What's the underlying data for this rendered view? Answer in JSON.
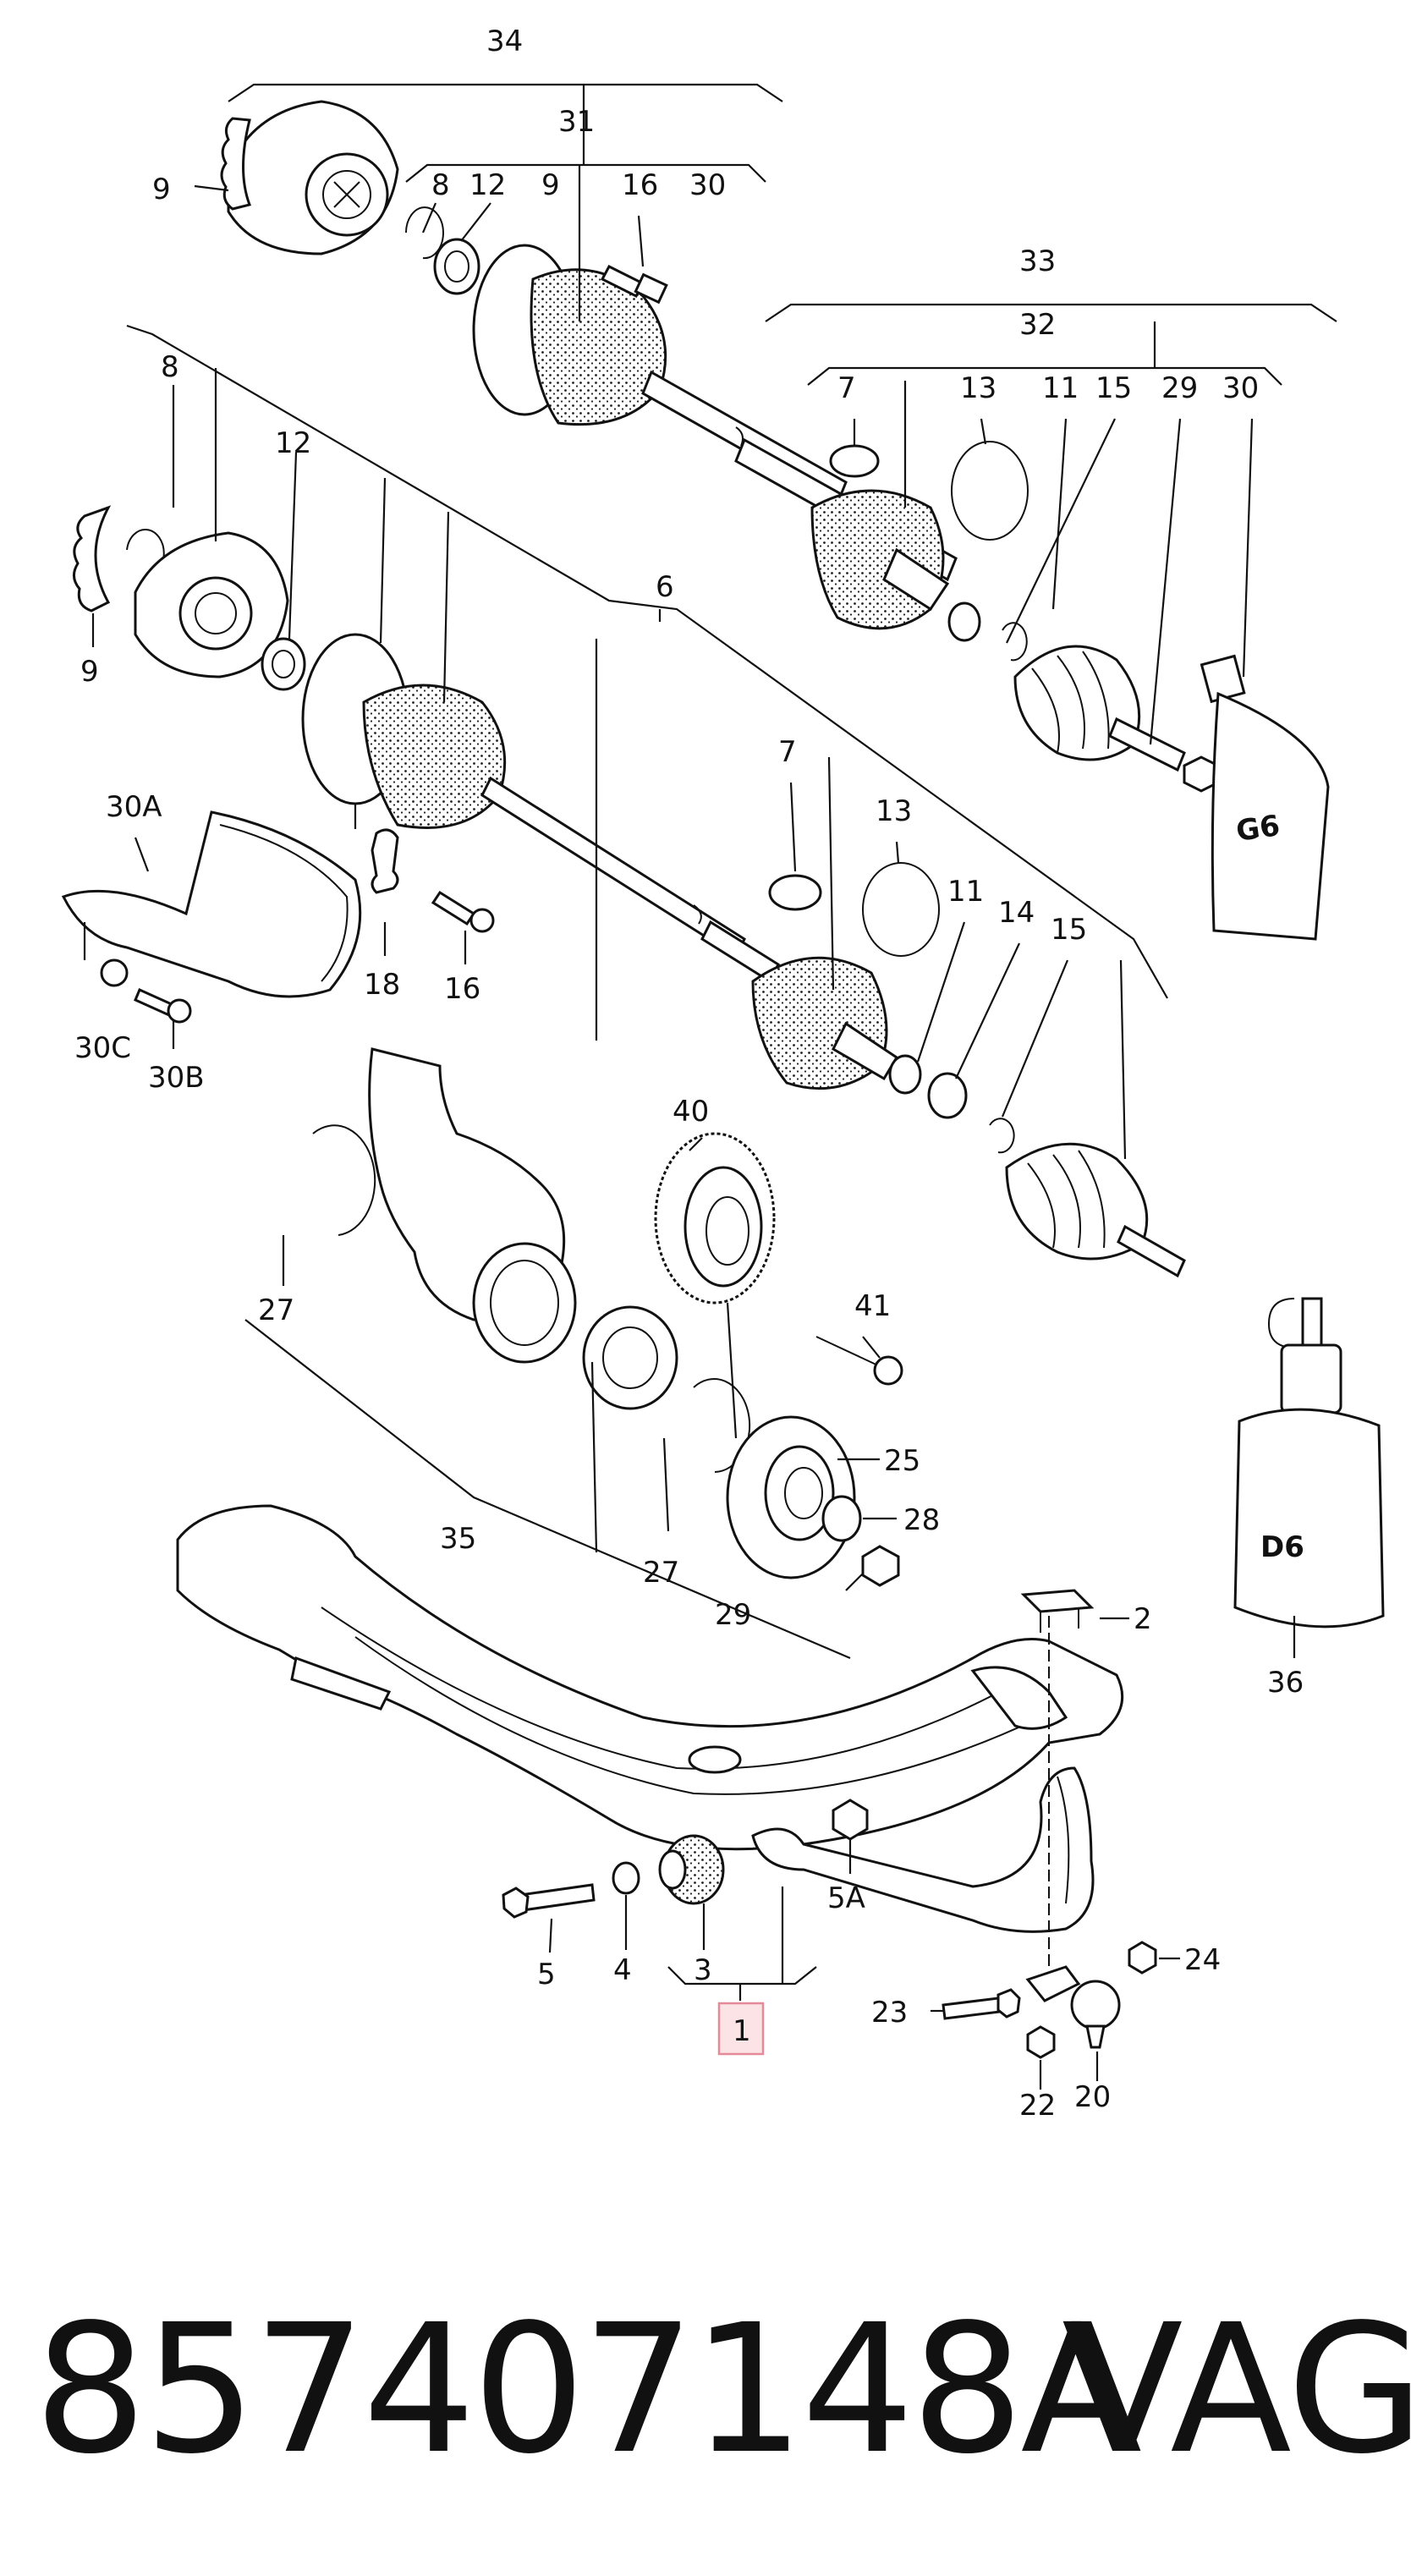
{
  "labels": [
    {
      "id": "34",
      "text": "34"
    },
    {
      "id": "9a",
      "text": "9"
    },
    {
      "id": "31",
      "text": "31"
    },
    {
      "id": "8a",
      "text": "8"
    },
    {
      "id": "12a",
      "text": "12"
    },
    {
      "id": "9b",
      "text": "9"
    },
    {
      "id": "16a",
      "text": "16"
    },
    {
      "id": "30a",
      "text": "30"
    },
    {
      "id": "33",
      "text": "33"
    },
    {
      "id": "32",
      "text": "32"
    },
    {
      "id": "7a",
      "text": "7"
    },
    {
      "id": "13a",
      "text": "13"
    },
    {
      "id": "11a",
      "text": "11"
    },
    {
      "id": "15a",
      "text": "15"
    },
    {
      "id": "29a",
      "text": "29"
    },
    {
      "id": "30b",
      "text": "30"
    },
    {
      "id": "8b",
      "text": "8"
    },
    {
      "id": "12b",
      "text": "12"
    },
    {
      "id": "9c",
      "text": "9"
    },
    {
      "id": "6",
      "text": "6"
    },
    {
      "id": "30A",
      "text": "30A"
    },
    {
      "id": "18",
      "text": "18"
    },
    {
      "id": "16b",
      "text": "16"
    },
    {
      "id": "30C",
      "text": "30C"
    },
    {
      "id": "30B",
      "text": "30B"
    },
    {
      "id": "7b",
      "text": "7"
    },
    {
      "id": "13b",
      "text": "13"
    },
    {
      "id": "11b",
      "text": "11"
    },
    {
      "id": "14",
      "text": "14"
    },
    {
      "id": "15b",
      "text": "15"
    },
    {
      "id": "40",
      "text": "40"
    },
    {
      "id": "27a",
      "text": "27"
    },
    {
      "id": "41",
      "text": "41"
    },
    {
      "id": "25",
      "text": "25"
    },
    {
      "id": "28",
      "text": "28"
    },
    {
      "id": "35",
      "text": "35"
    },
    {
      "id": "27b",
      "text": "27"
    },
    {
      "id": "29b",
      "text": "29"
    },
    {
      "id": "36",
      "text": "36"
    },
    {
      "id": "2",
      "text": "2"
    },
    {
      "id": "5A",
      "text": "5A"
    },
    {
      "id": "5",
      "text": "5"
    },
    {
      "id": "4",
      "text": "4"
    },
    {
      "id": "3",
      "text": "3"
    },
    {
      "id": "1",
      "text": "1"
    },
    {
      "id": "24",
      "text": "24"
    },
    {
      "id": "23",
      "text": "23"
    },
    {
      "id": "22",
      "text": "22"
    },
    {
      "id": "20",
      "text": "20"
    }
  ],
  "tubes": {
    "grease_tube_text": "G6",
    "oil_bottle_text": "D6"
  },
  "footer": {
    "part_number": "857407148A",
    "brand": "VAG"
  },
  "colors": {
    "highlight_fill": "#fbe3e6",
    "highlight_border": "#e58a99",
    "ink": "#111111"
  }
}
